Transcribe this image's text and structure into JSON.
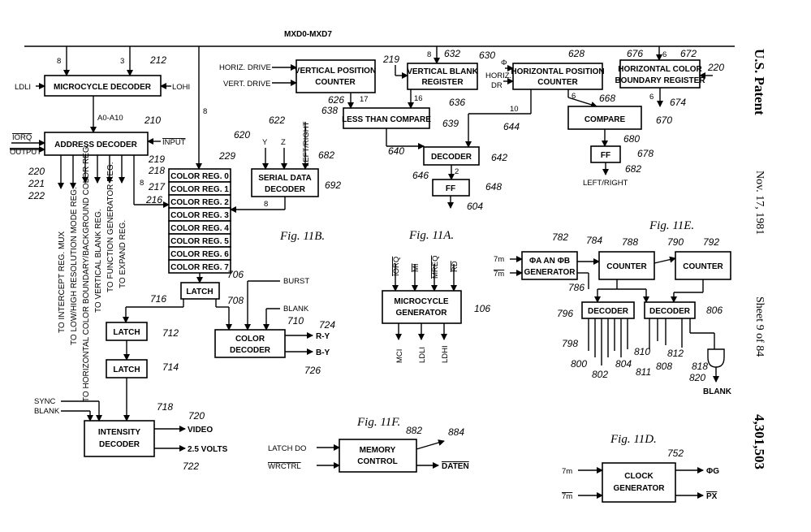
{
  "header": {
    "patent_label": "U.S. Patent",
    "date": "Nov. 17, 1981",
    "sheet": "Sheet 9 of 84",
    "number": "4,301,503"
  },
  "bus": {
    "label": "MXD0-MXD7"
  },
  "microcycle_decoder": {
    "label": "MICROCYCLE DECODER",
    "ref": "212",
    "left_input": "LDLI",
    "right_input": "LOHI",
    "bus_a": "8",
    "bus_b": "3"
  },
  "address_decoder": {
    "label": "ADDRESS DECODER",
    "ref": "210",
    "addr_label": "A0-A10",
    "in_iorq": "IORQ",
    "in_output": "OUTPUT",
    "in_input": "INPUT",
    "refs": [
      "220",
      "221",
      "222",
      "219",
      "218",
      "217",
      "216",
      "8"
    ]
  },
  "decoder_outputs": [
    "TO INTERCEPT REG. MUX",
    "TO LOW/HIGH RESOLUTION MODE REG.",
    "TO HORIZONTAL COLOR BOUNDARY/BACKGROUND COLOR REG.",
    "TO VERTICAL BLANK REG.",
    "TO FUNCTION GENERATOR REG.",
    "TO EXPAND REG."
  ],
  "color_regs": {
    "ref": "229",
    "bus_width": "8",
    "items": [
      "COLOR REG. 0",
      "COLOR REG. 1",
      "COLOR REG. 2",
      "COLOR REG. 3",
      "COLOR REG. 4",
      "COLOR REG. 5",
      "COLOR REG. 6",
      "COLOR REG. 7"
    ]
  },
  "serial_data_decoder": {
    "label1": "SERIAL DATA",
    "label2": "DECODER",
    "ref": "692",
    "ref2": "682",
    "in_y": "Y",
    "in_z": "Z",
    "in_lr": "LEFT/RIGHT",
    "ref_y": "620",
    "ref_z": "622",
    "out": "8"
  },
  "vertical_position_counter": {
    "label1": "VERTICAL POSITION",
    "label2": "COUNTER",
    "in_h": "HORIZ. DRIVE",
    "in_v": "VERT. DRIVE",
    "ref": "626",
    "ref2": "638",
    "width": "17"
  },
  "vertical_blank_register": {
    "label1": "VERTICAL BLANK",
    "label2": "REGISTER",
    "ref": "630",
    "ref_in": "632",
    "ref_219": "219",
    "width_in": "8",
    "width_out": "16",
    "ref_out": "636"
  },
  "less_than_compare": {
    "label": "LESS THAN COMPARE",
    "ref": "639",
    "ref_out": "640"
  },
  "decoder_642": {
    "label": "DECODER",
    "ref": "642",
    "ref_in": "644",
    "in_width": "10",
    "ref_ff": "646",
    "out_width": "2"
  },
  "ff_648": {
    "label": "FF",
    "ref": "648",
    "ref_out": "604"
  },
  "horizontal_position_counter": {
    "label1": "HORIZONTAL POSITION",
    "label2": "COUNTER",
    "ref": "628",
    "in_phi": "Φ",
    "in_h": "HORIZ.",
    "in_dr": "DR",
    "out_width": "6"
  },
  "horizontal_color_boundary": {
    "label1": "HORIZONTAL COLOR",
    "label2": "BOUNDARY REGISTER",
    "ref": "672",
    "ref_in": "676",
    "in_width": "6",
    "ref_right": "220",
    "out_width": "6",
    "ref_out": "674"
  },
  "compare_670": {
    "label": "COMPARE",
    "ref": "670",
    "ref_in": "668",
    "ref_out": "680"
  },
  "ff_678": {
    "label": "FF",
    "ref": "678",
    "out": "LEFT/RIGHT",
    "ref_out": "682"
  },
  "fig_11b": {
    "label": "Fig. 11B."
  },
  "latch_706": {
    "label": "LATCH",
    "ref": "706",
    "ref_out": "708"
  },
  "color_decoder": {
    "label1": "COLOR",
    "label2": "DECODER",
    "ref": "710",
    "burst": "BURST",
    "blank": "BLANK",
    "out_ry": "R-Y",
    "ref_ry": "724",
    "out_by": "B-Y",
    "ref_by": "726"
  },
  "latch_712": {
    "label": "LATCH",
    "ref": "712",
    "ref_in": "716"
  },
  "latch_714": {
    "label": "LATCH",
    "ref": "714"
  },
  "intensity_decoder": {
    "label1": "INTENSITY",
    "label2": "DECODER",
    "ref": "718",
    "in_sync": "SYNC",
    "in_blank": "BLANK",
    "out_video": "VIDEO",
    "ref_video": "720",
    "out_volts": "2.5 VOLTS",
    "ref_volts": "722"
  },
  "fig_11a": {
    "label": "Fig. 11A."
  },
  "microcycle_generator": {
    "label1": "MICROCYCLE",
    "label2": "GENERATOR",
    "ref": "106",
    "inputs": [
      "IORQ",
      "MI",
      "MREQ",
      "RD"
    ],
    "outputs": [
      "MCI",
      "LDLI",
      "LDHI"
    ]
  },
  "fig_11f": {
    "label": "Fig. 11F."
  },
  "memory_control": {
    "label1": "MEMORY",
    "label2": "CONTROL",
    "ref": "882",
    "ref_out": "884",
    "in1": "LATCH DO",
    "in2": "WRCTRL",
    "out": "DATEN"
  },
  "fig_11e": {
    "label": "Fig. 11E."
  },
  "phase_generator": {
    "label1": "ΦA AN ΦB",
    "label2": "GENERATOR",
    "ref": "782",
    "in1": "7m",
    "in2": "7m",
    "ref_out": "784",
    "ref_below": "786"
  },
  "counter_788": {
    "label": "COUNTER",
    "ref": "788",
    "ref_out": "790"
  },
  "counter_792": {
    "label": "COUNTER",
    "ref": "792"
  },
  "decoder_796": {
    "label": "DECODER",
    "ref": "796"
  },
  "decoder_806": {
    "label": "DECODER",
    "ref": "806"
  },
  "fig11e_refs": [
    "798",
    "800",
    "802",
    "804",
    "810",
    "811",
    "808",
    "812",
    "818",
    "820"
  ],
  "fig11e_out": "BLANK",
  "fig_11d": {
    "label": "Fig. 11D."
  },
  "clock_generator": {
    "label1": "CLOCK",
    "label2": "GENERATOR",
    "ref": "752",
    "in1": "7m",
    "in2": "7m",
    "out1": "ΦG",
    "out2": "PX"
  }
}
